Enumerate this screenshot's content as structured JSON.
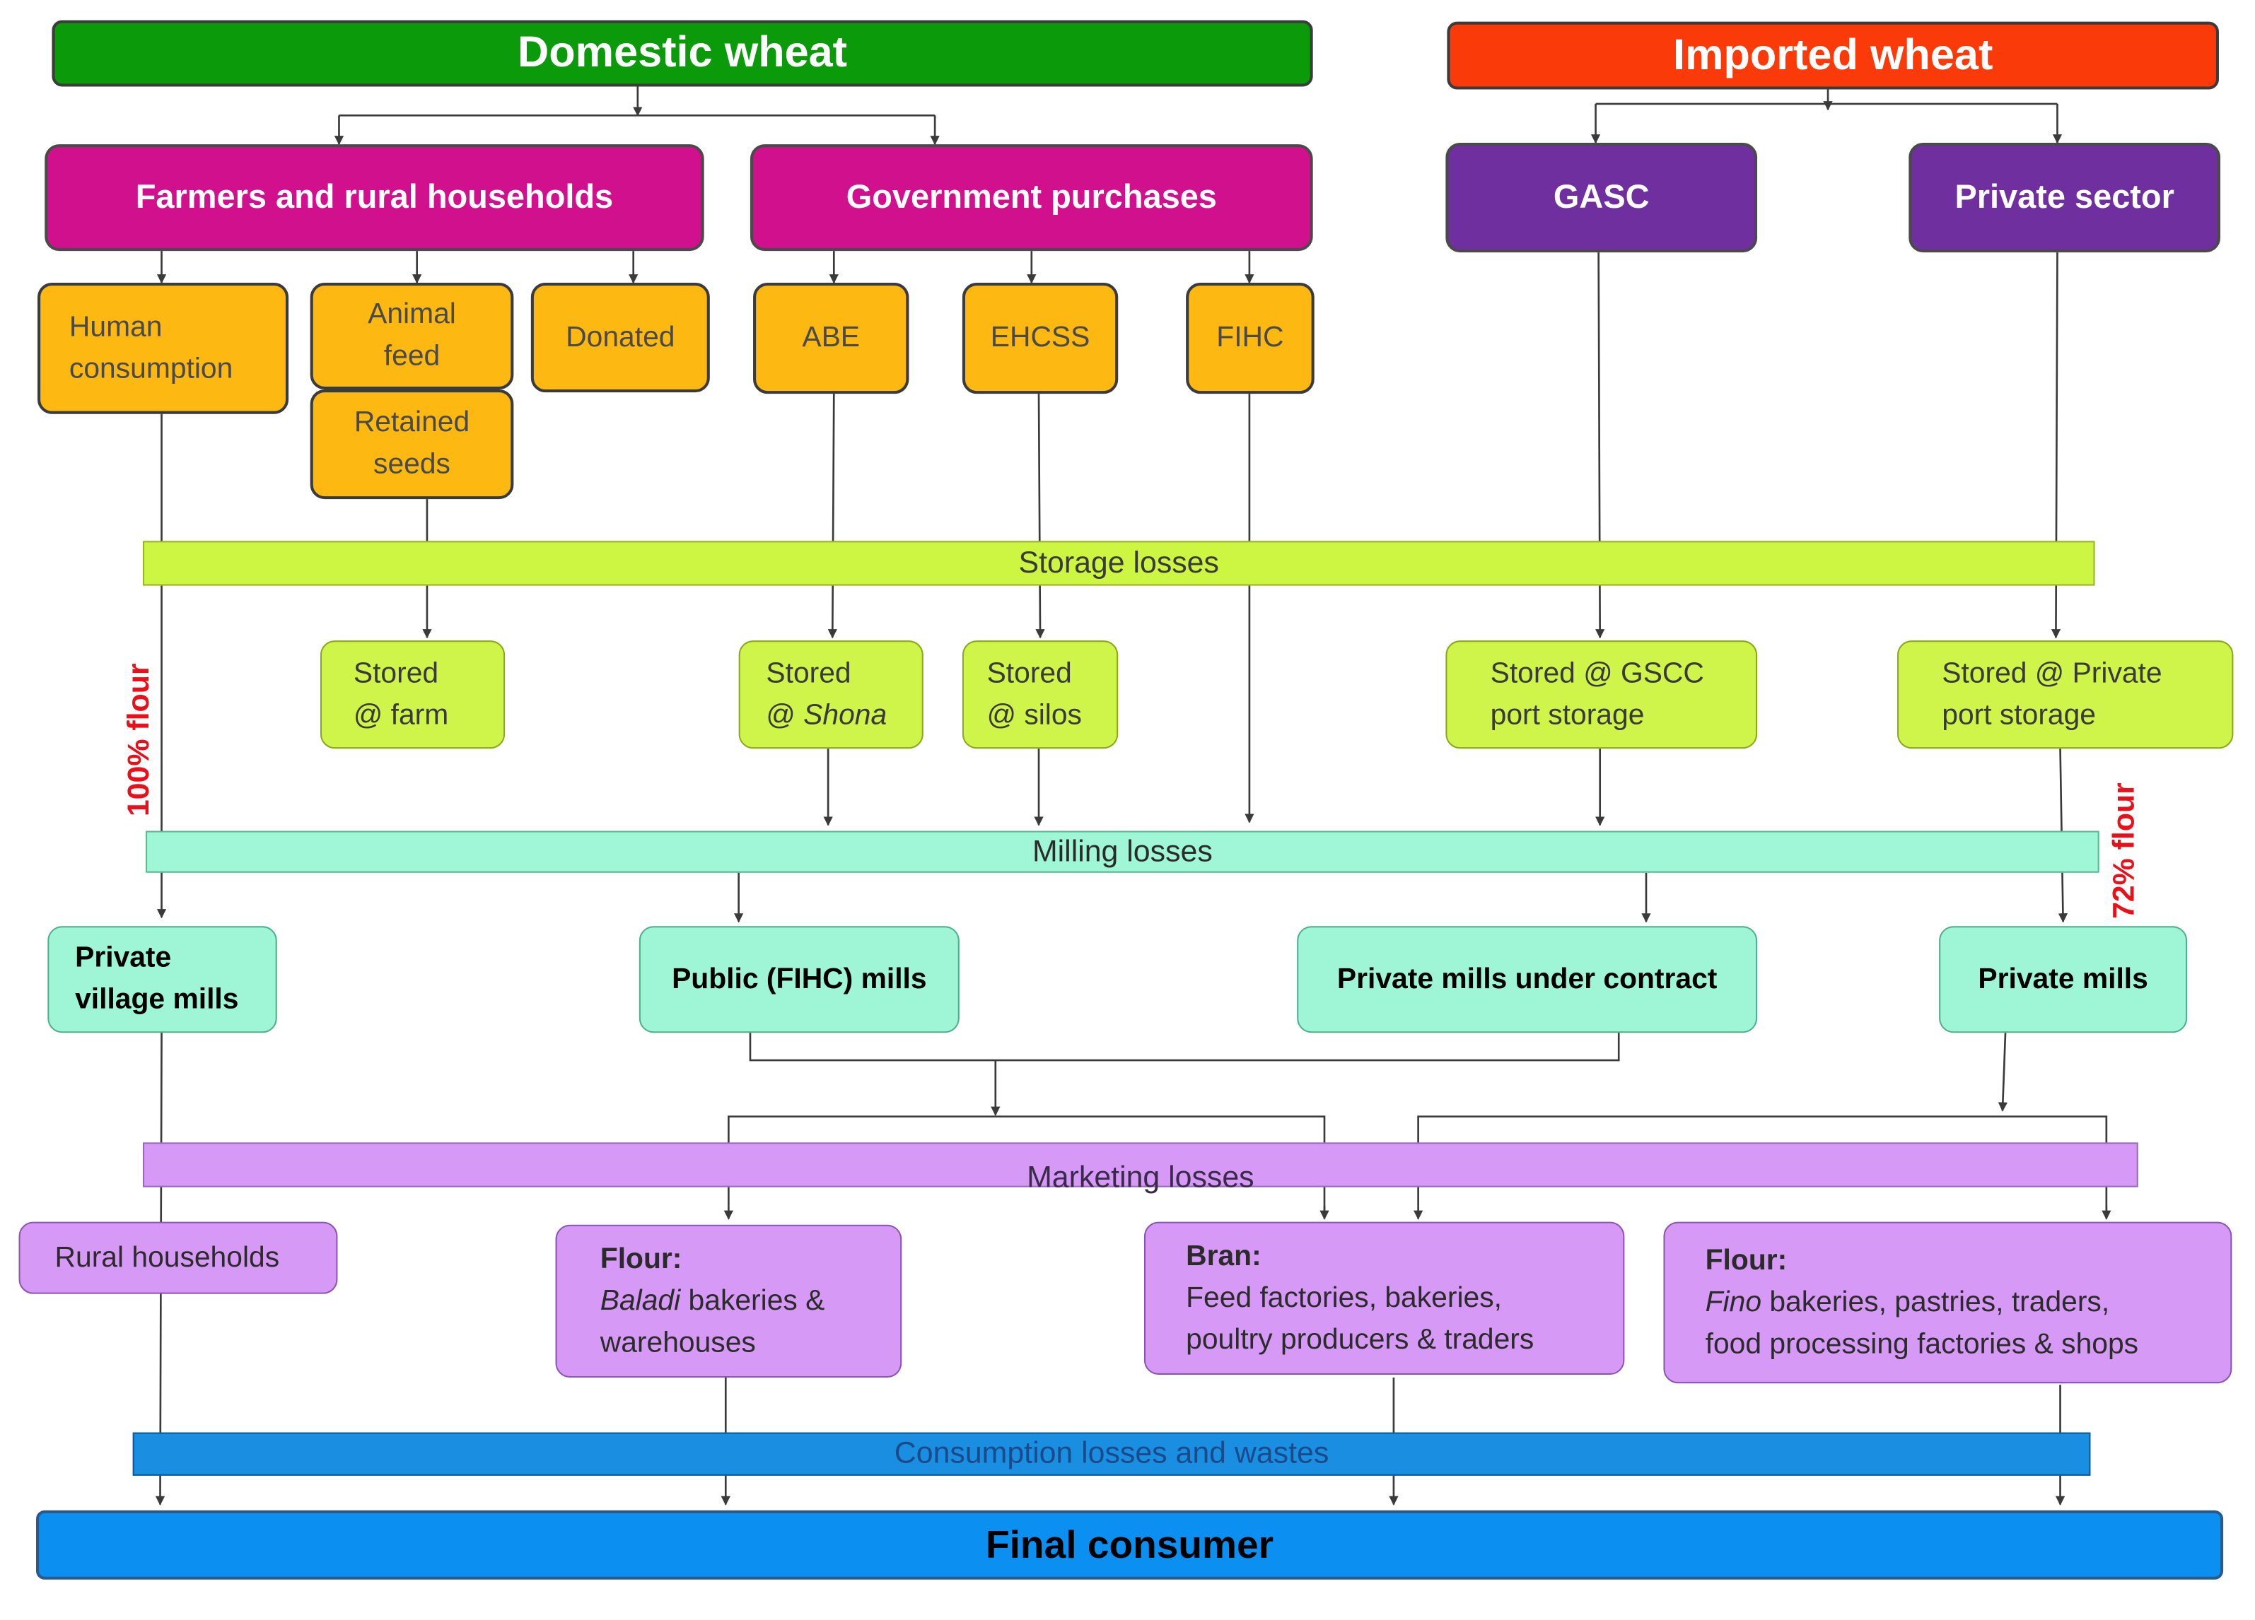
{
  "headers": {
    "domestic": "Domestic wheat",
    "imported": "Imported wheat"
  },
  "sources": {
    "farmers": "Farmers and rural households",
    "government": "Government purchases",
    "gasc": "GASC",
    "private": "Private sector"
  },
  "uses": {
    "human": "Human consumption",
    "animal": "Animal feed",
    "retained": "Retained seeds",
    "donated": "Donated",
    "abe": "ABE",
    "ehcss": "EHCSS",
    "fihc": "FIHC"
  },
  "losses": {
    "storage": "Storage losses",
    "milling": "Milling losses",
    "marketing": "Marketing losses",
    "consumption": "Consumption losses and wastes"
  },
  "storage": {
    "farm": [
      "Stored",
      "@ farm"
    ],
    "shona": [
      "Stored",
      "@ ",
      "Shona"
    ],
    "silos": [
      "Stored",
      "@ silos"
    ],
    "gscc": [
      "Stored @ GSCC",
      "port storage"
    ],
    "private_port": [
      "Stored @ Private",
      "port storage"
    ]
  },
  "mills": {
    "village": [
      "Private",
      "village mills"
    ],
    "public": "Public (FIHC) mills",
    "contract": "Private mills under contract",
    "private": "Private mills"
  },
  "labels": {
    "flour100": "100% flour",
    "flour72": "72% flour"
  },
  "outlets": {
    "rural": "Rural households",
    "baladi": {
      "title": "Flour:",
      "line1_em": "Baladi",
      "line1_rest": " bakeries &",
      "line2": "warehouses"
    },
    "bran": {
      "title": "Bran:",
      "line1": "Feed factories, bakeries,",
      "line2": "poultry producers & traders"
    },
    "fino": {
      "title": "Flour:",
      "line1_em": "Fino",
      "line1_rest": " bakeries, pastries, traders,",
      "line2": "food processing factories & shops"
    }
  },
  "final": "Final consumer",
  "colors": {
    "domestic": "#0a9a0a",
    "imported": "#fb3a0a",
    "source_magenta": "#d0108d",
    "source_purple": "#6f2f9f",
    "use_orange": "#fdb812",
    "storage_green": "#d0f54a",
    "mill_mint": "#9ff6d6",
    "outlet_lavender": "#d69af6",
    "final_blue": "#0b8ff0",
    "flour_label_red": "#e8101a"
  }
}
